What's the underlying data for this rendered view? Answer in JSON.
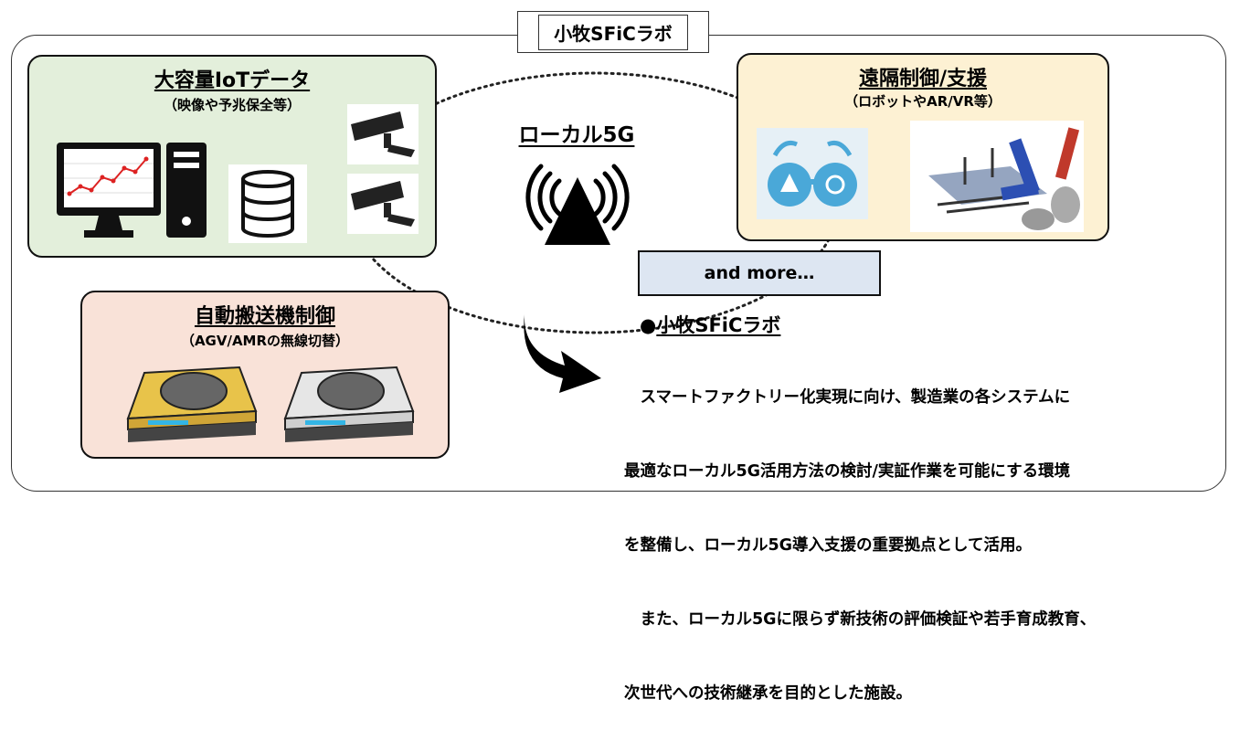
{
  "frame": {
    "title": "小牧SFiCラボ"
  },
  "center": {
    "label": "ローカル5G"
  },
  "panels": {
    "data": {
      "title": "大容量IoTデータ",
      "subtitle": "（映像や予兆保全等）"
    },
    "remote": {
      "title": "遠隔制御/支援",
      "subtitle": "（ロボットやAR/VR等）"
    },
    "transport": {
      "title": "自動搬送機制御",
      "subtitle": "（AGV/AMRの無線切替）"
    }
  },
  "more": {
    "label": "and more…"
  },
  "description": {
    "bullet": "●",
    "title": "小牧SFiCラボ",
    "lines": [
      "　スマートファクトリー化実現に向け、製造業の各システムに",
      "最適なローカル5G活用方法の検討/実証作業を可能にする環境",
      "を整備し、ローカル5G導入支援の重要拠点として活用。",
      "　また、ローカル5Gに限らず新技術の評価検証や若手育成教育、",
      "次世代への技術継承を目的とした施設。"
    ]
  },
  "colors": {
    "green_panel": "#e3efdb",
    "yellow_panel": "#fdf1d3",
    "pink_panel": "#f9e2d8",
    "more_box": "#dde6f2"
  },
  "icons": [
    "monitor-chart-icon",
    "pc-tower-icon",
    "database-icon",
    "security-camera-icon",
    "ar-glasses-icon",
    "robot-arm-icon",
    "agv-cart-icon",
    "antenna-icon",
    "curved-arrow-icon"
  ]
}
